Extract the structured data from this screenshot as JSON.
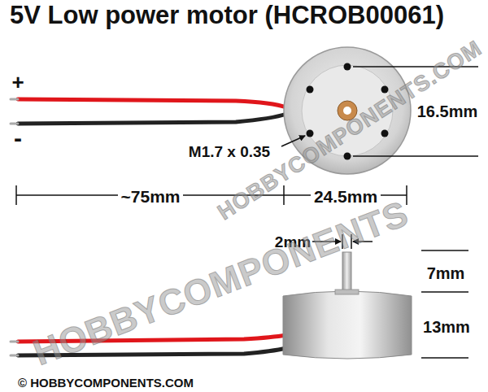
{
  "diagram": {
    "title": "5V Low power motor (HCROB00061)",
    "labels": [
      "+",
      "-",
      "16.5mm",
      "M1.7 x 0.35",
      "~75mm",
      "24.5mm",
      "2mm",
      "7mm",
      "13mm",
      "HOBBYCOMPONENTS.COM",
      "HOBBYCOMPONENTS",
      "© HOBBYCOMPONENTS.COM"
    ]
  }
}
